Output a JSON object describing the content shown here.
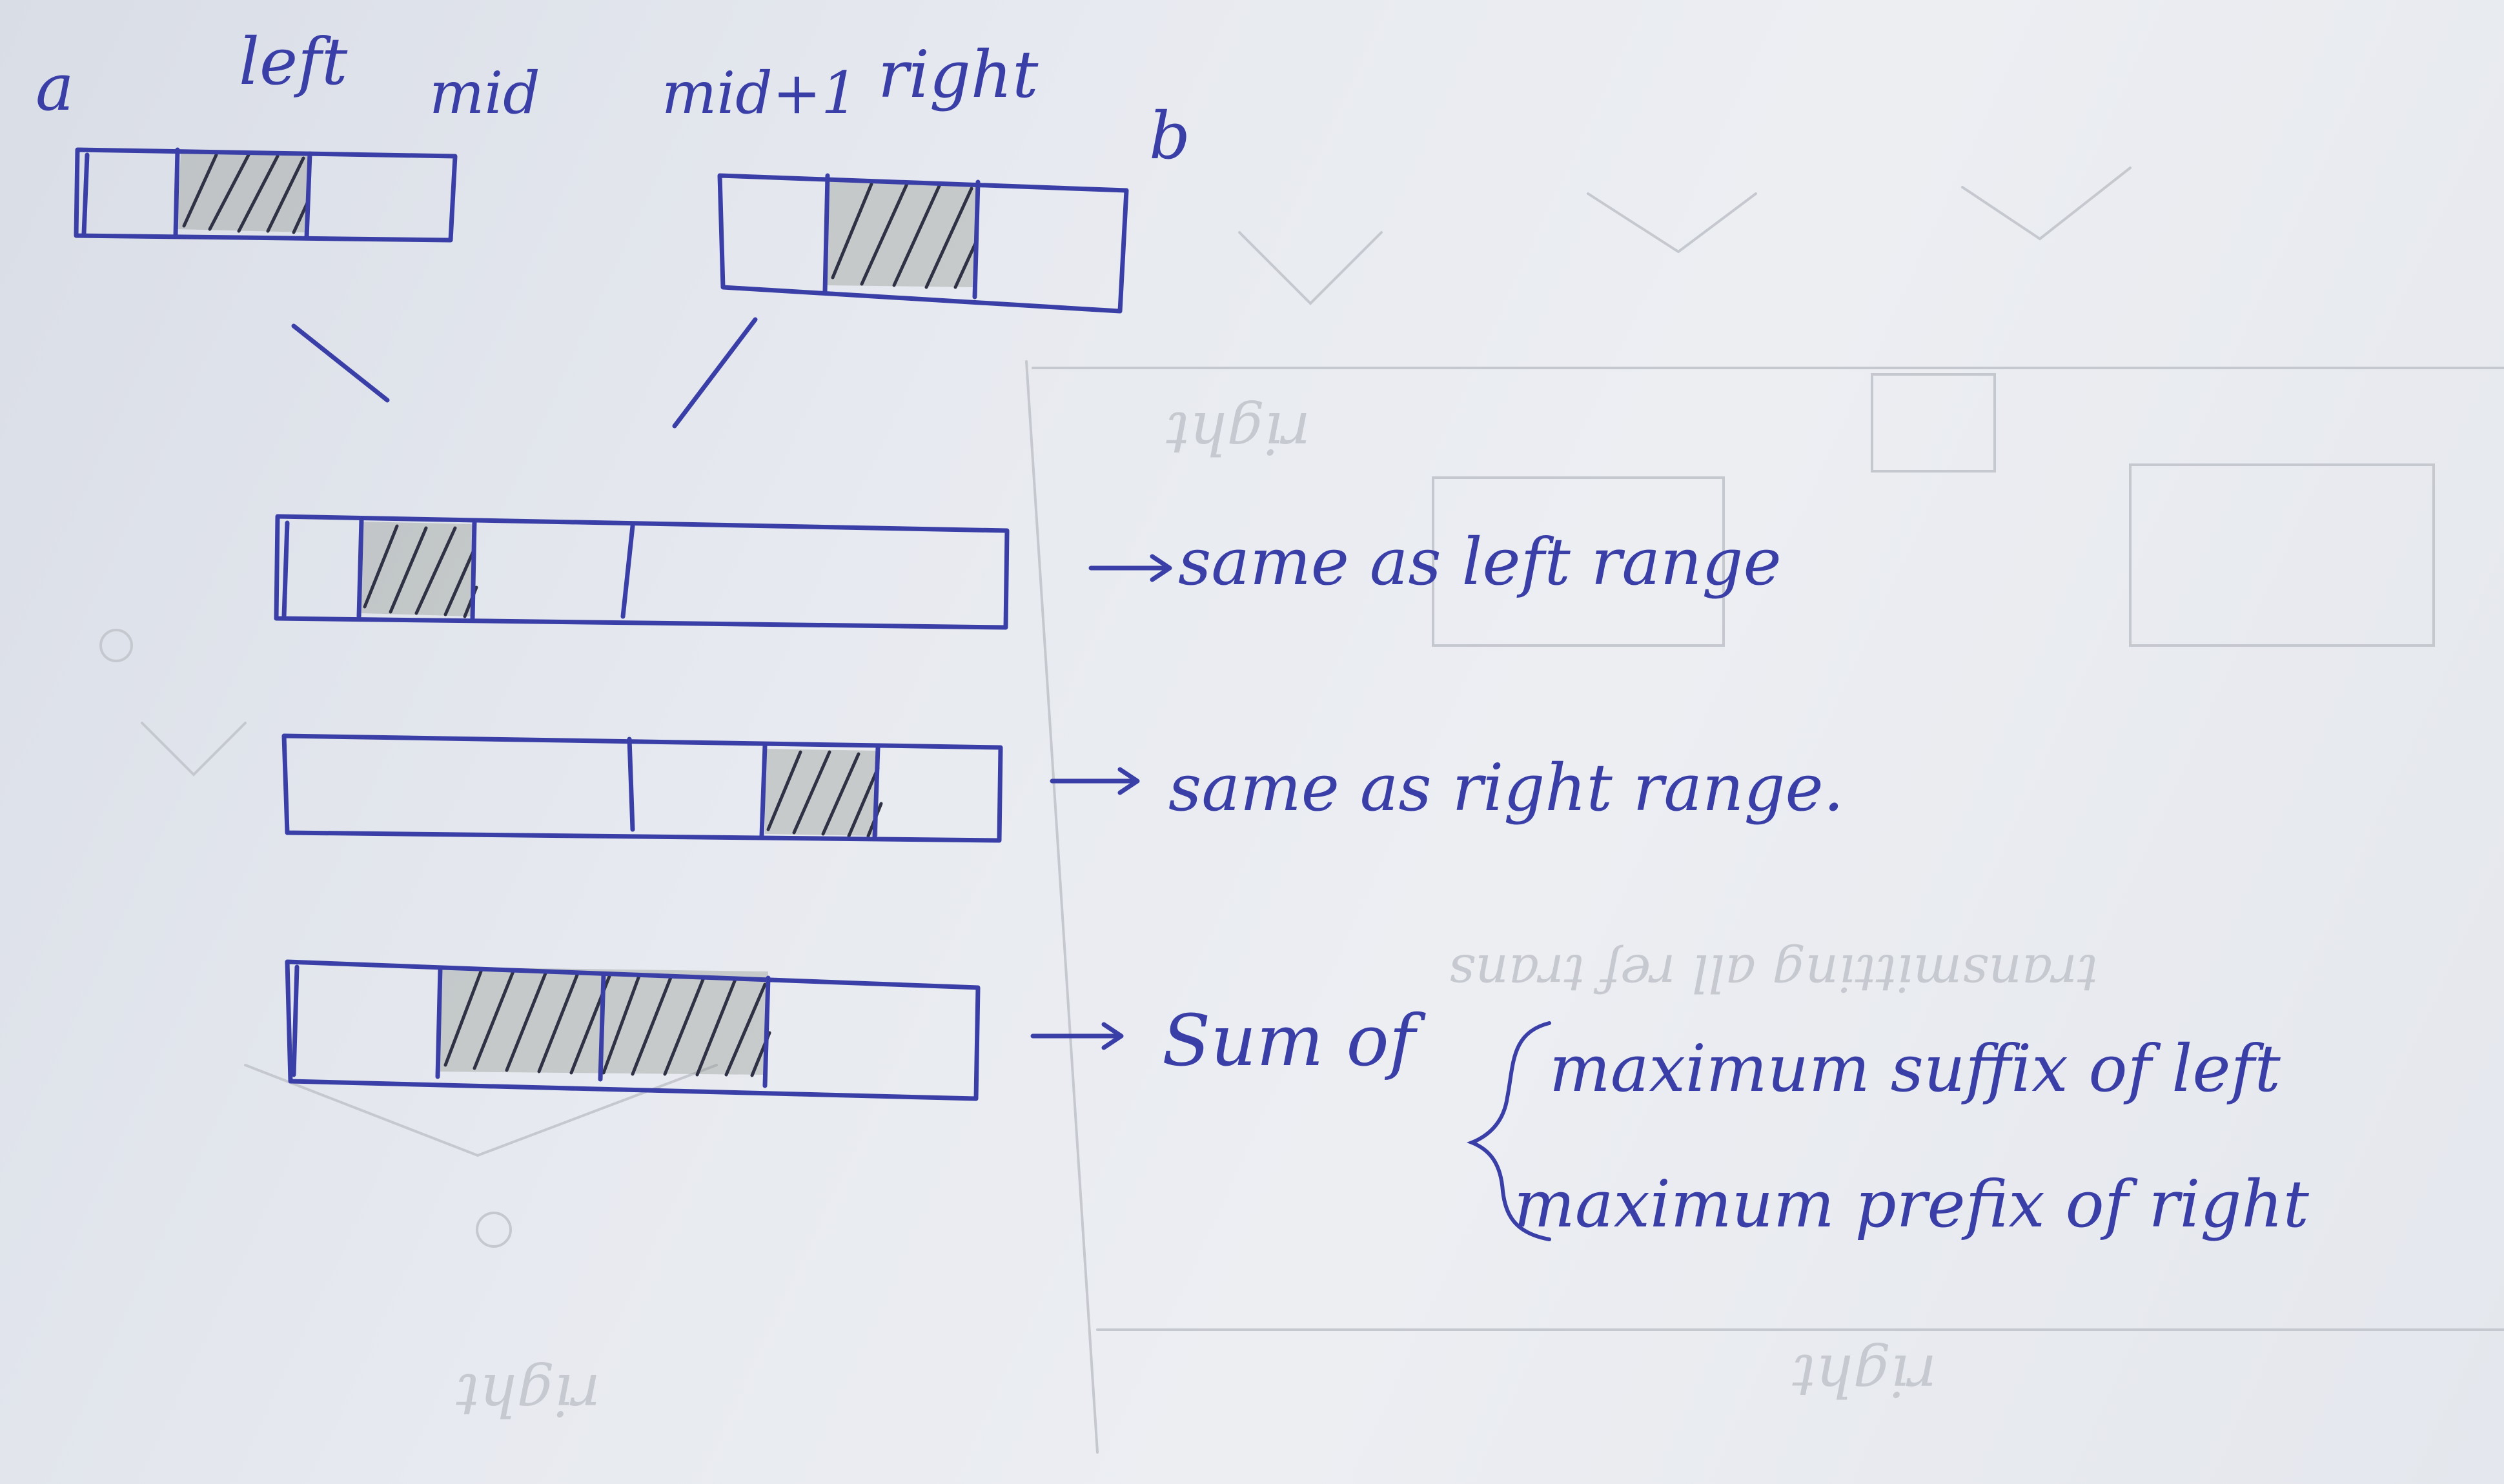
{
  "labels": {
    "array_a": "a",
    "array_b": "b",
    "left": "left",
    "mid": "mid",
    "mid_plus_one": "mid+1",
    "right": "right"
  },
  "cases": [
    {
      "text": "same as left range"
    },
    {
      "text": "same as right range."
    },
    {
      "text": "Sum of",
      "lines": [
        "maximum suffix of left",
        "maximum prefix of right"
      ]
    }
  ],
  "colors": {
    "ink": "#3a3fa8",
    "hatch": "#2f3145",
    "paper": "#e7eaf0"
  }
}
